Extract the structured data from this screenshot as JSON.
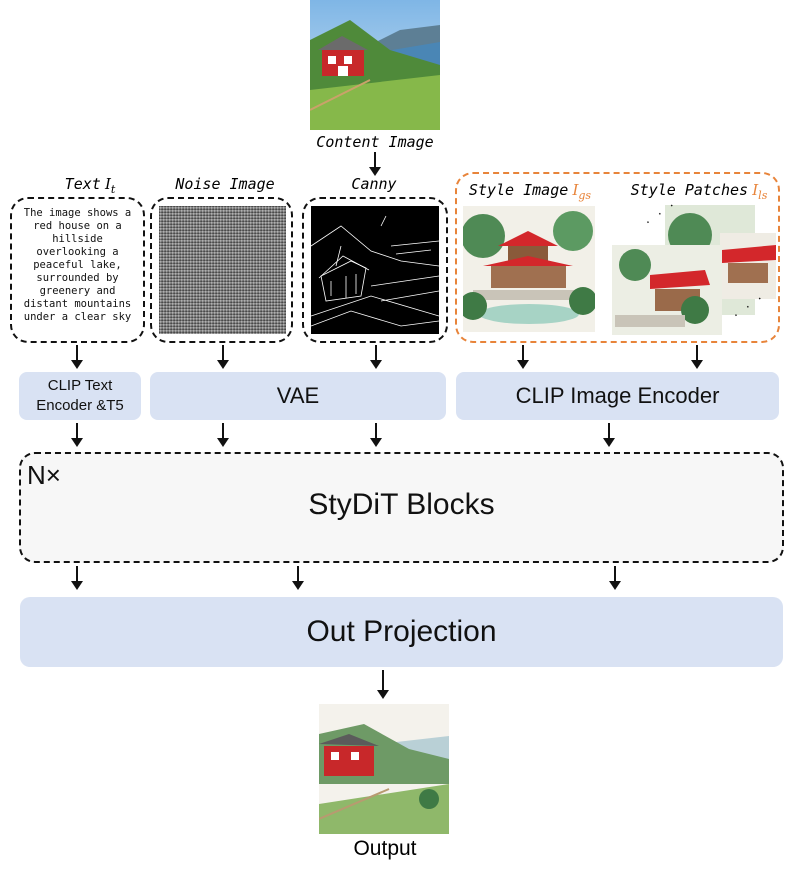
{
  "content_image": {
    "caption": "Content Image"
  },
  "inputs": {
    "text": {
      "label": "Text",
      "symbol": "I",
      "subscript": "t",
      "body": "The image shows a red house on a hillside overlooking a peaceful lake, surrounded by greenery and distant mountains under a clear sky"
    },
    "noise": {
      "label": "Noise Image"
    },
    "canny": {
      "label": "Canny"
    },
    "style_image": {
      "label": "Style Image",
      "symbol": "I",
      "subscript": "gs"
    },
    "style_patches": {
      "label": "Style Patches",
      "symbol": "I",
      "subscript": "ls"
    }
  },
  "encoders": {
    "clip_text": "CLIP Text Encoder &T5",
    "vae": "VAE",
    "clip_image": "CLIP Image Encoder"
  },
  "blocks": {
    "repeat": "N×",
    "label": "StyDiT Blocks"
  },
  "projection": {
    "label": "Out Projection"
  },
  "output": {
    "caption": "Output"
  },
  "colors": {
    "encoder_fill": "#d9e2f3",
    "style_border": "#e8843a",
    "block_fill": "#f7f7f7"
  }
}
